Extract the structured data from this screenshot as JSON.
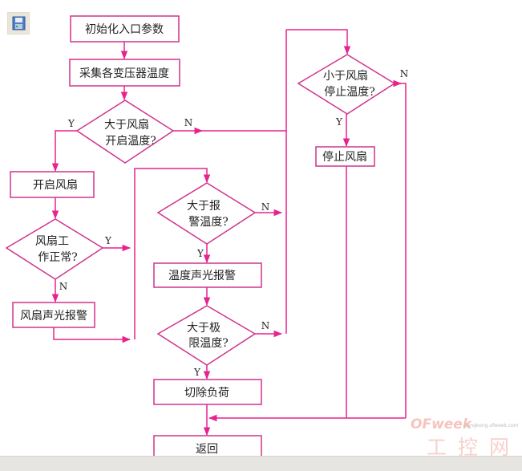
{
  "toolbar": {
    "save_icon": "save-icon"
  },
  "colors": {
    "line": "#e8228e",
    "box_border": "#d0338c",
    "text": "#222222"
  },
  "nodes": {
    "init": "初始化入口参数",
    "collect": "采集各变压器温度",
    "fan_on_q": [
      "大于风扇",
      "开启温度?"
    ],
    "start_fan": "开启风扇",
    "fan_ok_q": [
      "风扇工",
      "作正常?"
    ],
    "fan_alarm": "风扇声光报警",
    "alarm_q": [
      "大于报",
      "警温度?"
    ],
    "temp_alarm": "温度声光报警",
    "limit_q": [
      "大于极",
      "限温度?"
    ],
    "cut_load": "切除负荷",
    "return": "返回",
    "fan_off_q": [
      "小于风扇",
      "停止温度?"
    ],
    "stop_fan": "停止风扇"
  },
  "labels": {
    "yes": "Y",
    "no": "N"
  },
  "watermark": {
    "brand": "OFweek",
    "url": "Gongkong.ofweek.com",
    "cn": "工控网"
  }
}
